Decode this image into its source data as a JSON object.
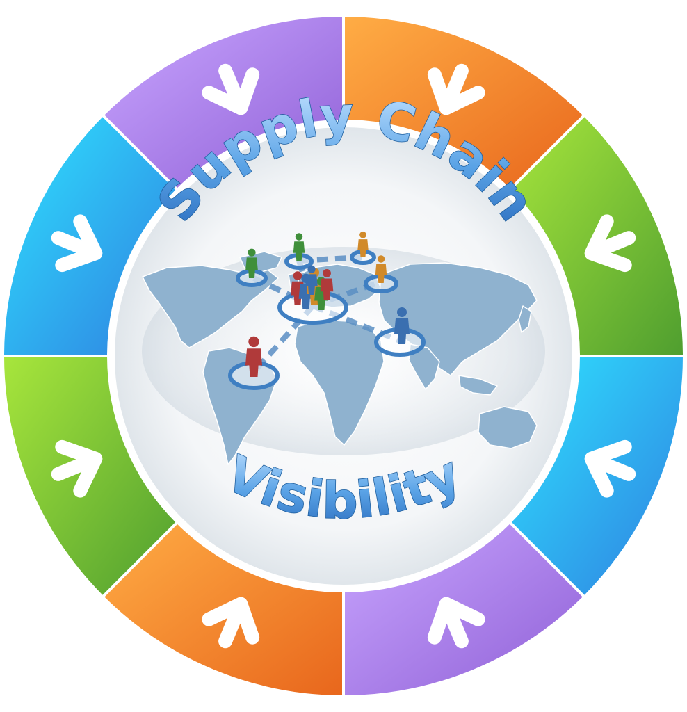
{
  "title_top": "Supply Chain",
  "title_bottom": "Visibility",
  "segment_colors": {
    "purple": [
      "#c9a6ff",
      "#8f5fd6"
    ],
    "orange": [
      "#ffad45",
      "#e8661c"
    ],
    "green": [
      "#a8e63c",
      "#4f9e2f"
    ],
    "blue": [
      "#2fe3ff",
      "#2f7ee0"
    ]
  },
  "segments": [
    {
      "name": "segment-top-left",
      "color": "purple",
      "icon": "arrow-down-right-icon"
    },
    {
      "name": "segment-top-right",
      "color": "orange",
      "icon": "arrow-down-left-icon"
    },
    {
      "name": "segment-right-upper",
      "color": "green",
      "icon": "arrow-left-icon"
    },
    {
      "name": "segment-right-lower",
      "color": "blue",
      "icon": "arrow-left-icon"
    },
    {
      "name": "segment-bottom-right",
      "color": "purple",
      "icon": "arrow-up-left-icon"
    },
    {
      "name": "segment-bottom-left",
      "color": "orange",
      "icon": "arrow-up-right-icon"
    },
    {
      "name": "segment-left-lower",
      "color": "green",
      "icon": "arrow-right-icon"
    },
    {
      "name": "segment-left-upper",
      "color": "blue",
      "icon": "arrow-right-icon"
    }
  ],
  "center_image": "world-map-people-network",
  "title_color": "#4a95d8",
  "map_color": "#8fb2cf"
}
